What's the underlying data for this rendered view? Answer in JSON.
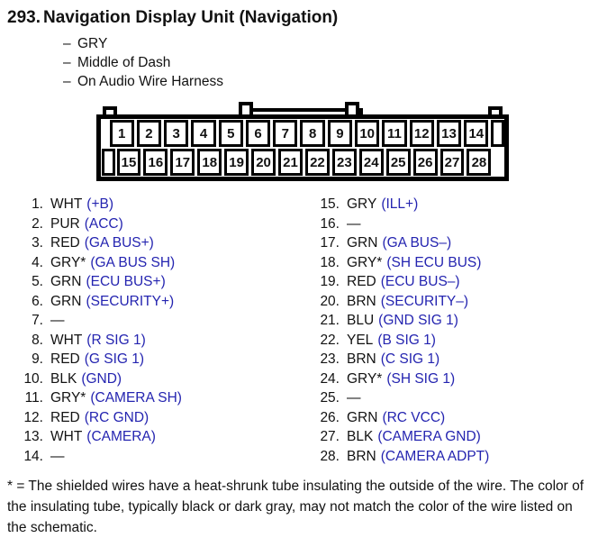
{
  "header": {
    "number": "293.",
    "title": "Navigation Display Unit (Navigation)",
    "bullet_dash": "–",
    "attributes": [
      "GRY",
      "Middle of Dash",
      "On Audio Wire Harness"
    ]
  },
  "connector": {
    "top_pins": [
      "1",
      "2",
      "3",
      "4",
      "5",
      "6",
      "7",
      "8",
      "9",
      "10",
      "11",
      "12",
      "13",
      "14"
    ],
    "bottom_pins": [
      "15",
      "16",
      "17",
      "18",
      "19",
      "20",
      "21",
      "22",
      "23",
      "24",
      "25",
      "26",
      "27",
      "28"
    ]
  },
  "pin_list": {
    "left": [
      {
        "num": "1.",
        "wire": "WHT",
        "signal": "(+B)"
      },
      {
        "num": "2.",
        "wire": "PUR",
        "signal": "(ACC)"
      },
      {
        "num": "3.",
        "wire": "RED",
        "signal": "(GA BUS+)"
      },
      {
        "num": "4.",
        "wire": "GRY*",
        "signal": "(GA BUS SH)"
      },
      {
        "num": "5.",
        "wire": "GRN",
        "signal": "(ECU BUS+)"
      },
      {
        "num": "6.",
        "wire": "GRN",
        "signal": "(SECURITY+)"
      },
      {
        "num": "7.",
        "wire": "—",
        "signal": ""
      },
      {
        "num": "8.",
        "wire": "WHT",
        "signal": "(R SIG 1)"
      },
      {
        "num": "9.",
        "wire": "RED",
        "signal": "(G SIG 1)"
      },
      {
        "num": "10.",
        "wire": "BLK",
        "signal": "(GND)"
      },
      {
        "num": "11.",
        "wire": "GRY*",
        "signal": "(CAMERA SH)"
      },
      {
        "num": "12.",
        "wire": "RED",
        "signal": "(RC GND)"
      },
      {
        "num": "13.",
        "wire": "WHT",
        "signal": "(CAMERA)"
      },
      {
        "num": "14.",
        "wire": "—",
        "signal": ""
      }
    ],
    "right": [
      {
        "num": "15.",
        "wire": "GRY",
        "signal": "(ILL+)"
      },
      {
        "num": "16.",
        "wire": "—",
        "signal": ""
      },
      {
        "num": "17.",
        "wire": "GRN",
        "signal": "(GA BUS–)"
      },
      {
        "num": "18.",
        "wire": "GRY*",
        "signal": "(SH ECU BUS)"
      },
      {
        "num": "19.",
        "wire": "RED",
        "signal": "(ECU BUS–)"
      },
      {
        "num": "20.",
        "wire": "BRN",
        "signal": "(SECURITY–)"
      },
      {
        "num": "21.",
        "wire": "BLU",
        "signal": "(GND SIG 1)"
      },
      {
        "num": "22.",
        "wire": "YEL",
        "signal": "(B SIG 1)"
      },
      {
        "num": "23.",
        "wire": "BRN",
        "signal": "(C SIG 1)"
      },
      {
        "num": "24.",
        "wire": "GRY*",
        "signal": "(SH SIG 1)"
      },
      {
        "num": "25.",
        "wire": "—",
        "signal": ""
      },
      {
        "num": "26.",
        "wire": "GRN",
        "signal": "(RC VCC)"
      },
      {
        "num": "27.",
        "wire": "BLK",
        "signal": "(CAMERA GND)"
      },
      {
        "num": "28.",
        "wire": "BRN",
        "signal": "(CAMERA ADPT)"
      }
    ]
  },
  "footnote": "* = The shielded wires have a heat-shrunk tube insulating the outside of the wire. The color of the insulating tube, typically black or dark gray, may not match the color of the wire listed on the schematic.",
  "colors": {
    "signal_blue": "#2424b0",
    "text_black": "#121212"
  }
}
